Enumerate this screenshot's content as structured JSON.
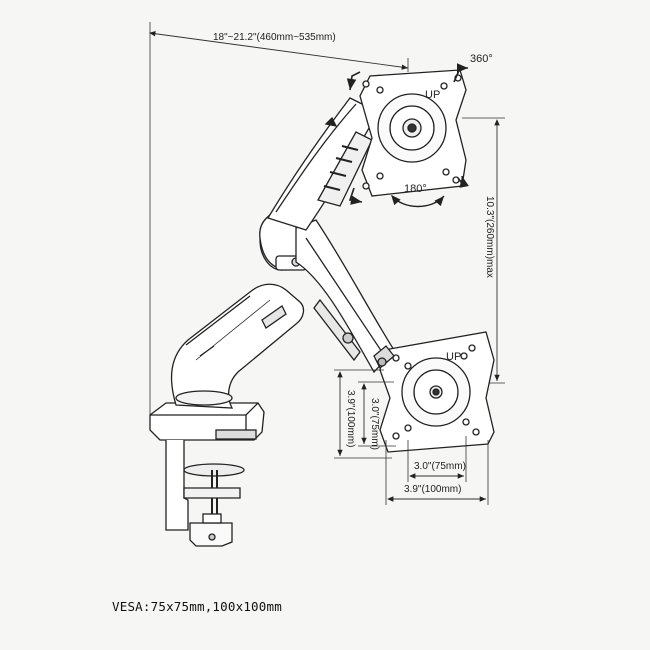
{
  "dimensions": {
    "arm_reach": "18\"~21.2\"(460mm~535mm)",
    "height_adjust": "10.3\"(260mm)max",
    "rotation": "360°",
    "tilt": "180°",
    "vesa_v_small": "3.0\"(75mm)",
    "vesa_v_large": "3.9\"(100mm)",
    "vesa_h_small": "3.0\"(75mm)",
    "vesa_h_large": "3.9\"(100mm)"
  },
  "plate_marks": {
    "up_top": "UP",
    "up_bottom": "UP"
  },
  "caption": "VESA:75x75mm,100x100mm"
}
